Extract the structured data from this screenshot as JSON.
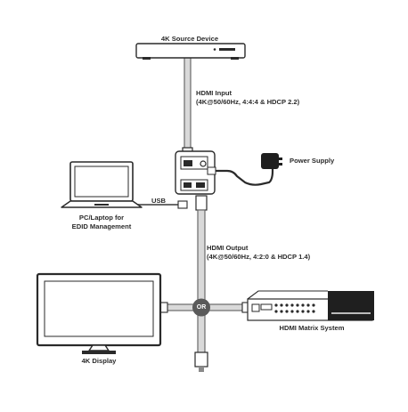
{
  "diagram": {
    "source_device_label": "4K Source Device",
    "hdmi_input_title": "HDMI Input",
    "hdmi_input_spec": "(4K@50/60Hz, 4:4:4 & HDCP 2.2)",
    "power_supply_label": "Power Supply",
    "usb_label": "USB",
    "pc_label_line1": "PC/Laptop for",
    "pc_label_line2": "EDID Management",
    "hdmi_output_title": "HDMI Output",
    "hdmi_output_spec": "(4K@50/60Hz, 4:2:0 & HDCP 1.4)",
    "or_label": "OR",
    "display_label": "4K Display",
    "matrix_label": "HDMI Matrix System"
  },
  "colors": {
    "device_fill": "#ffffff",
    "outline": "#2a2a2a",
    "cable": "#6a6a6a",
    "cable_light": "#d9d9d9",
    "matrix_dark": "#1f1f1f",
    "or_badge": "#5a5a5a"
  }
}
